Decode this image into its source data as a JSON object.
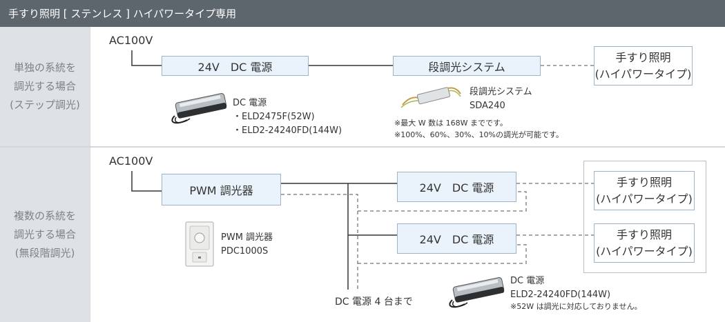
{
  "header": {
    "title": "手すり照明 [ ステンレス ] ハイパワータイプ専用"
  },
  "section1": {
    "label_lines": [
      "単独の系統を",
      "調光する場合",
      "(ステップ調光)"
    ],
    "ac": "AC100V",
    "power_box": "24V　DC 電源",
    "dimmer_box": "段調光システム",
    "light_lines": [
      "手すり照明",
      "(ハイパワータイプ)"
    ],
    "power_caption": [
      "DC 電源",
      "・ELD2475F(52W)",
      "・ELD2-24240FD(144W)"
    ],
    "dimmer_caption": [
      "段調光システム",
      "SDA240"
    ],
    "notes": [
      "※最大 W 数は 168W までです。",
      "※100%、60%、30%、10%の調光が可能です。"
    ]
  },
  "section2": {
    "label_lines": [
      "複数の系統を",
      "調光する場合",
      "(無段階調光)"
    ],
    "ac": "AC100V",
    "pwm_box": "PWM 調光器",
    "power_box_1": "24V　DC 電源",
    "power_box_2": "24V　DC 電源",
    "light1_lines": [
      "手すり照明",
      "(ハイパワータイプ)"
    ],
    "light2_lines": [
      "手すり照明",
      "(ハイパワータイプ)"
    ],
    "pwm_caption": [
      "PWM 調光器",
      "PDC1000S"
    ],
    "max_units": "DC 電源 4 台まで",
    "power_caption": [
      "DC 電源",
      "ELD2-24240FD(144W)"
    ],
    "note": "※52W は調光に対応しておりません。"
  },
  "icons": [
    "power-supply-image",
    "dimmer-system-image",
    "pwm-dimmer-image"
  ]
}
